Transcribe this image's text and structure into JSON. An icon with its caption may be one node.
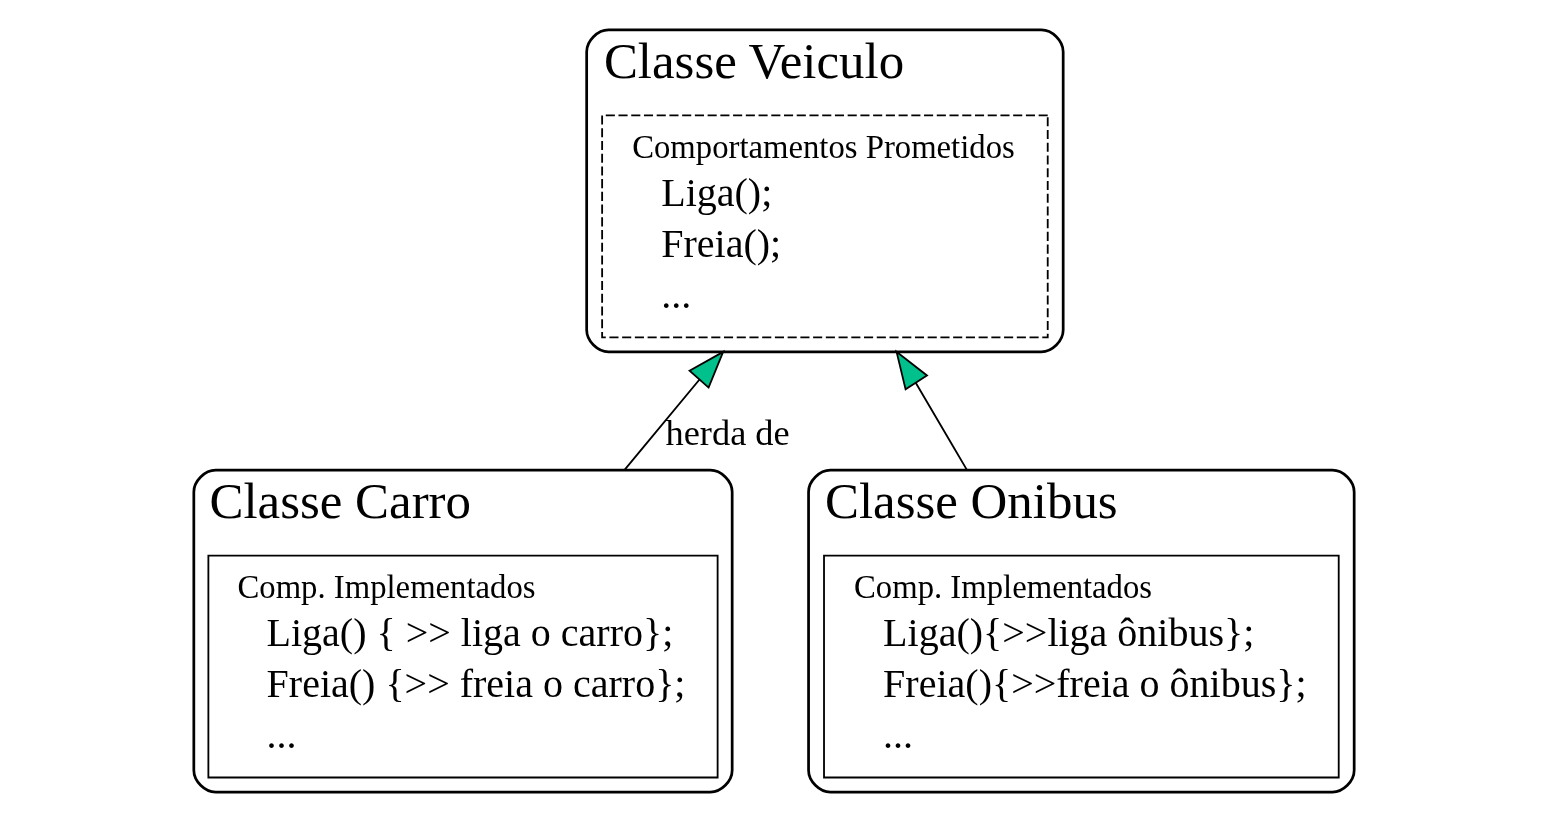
{
  "diagram": {
    "nodes": [
      {
        "text": [
          "Classe Veiculo"
        ]
      },
      {
        "text": [
          "Comportamentos Prometidos",
          "Liga();",
          "Freia();",
          "..."
        ],
        "in": 0
      },
      {
        "text": [
          "Classe Carro"
        ]
      },
      {
        "text": [
          "Comp. Implementados",
          "Liga() { >> liga o carro};",
          "Freia() {>> freia o carro};",
          "..."
        ],
        "in": 2
      },
      {
        "text": [
          "Classe Onibus"
        ]
      },
      {
        "text": [
          "Comp. Implementados",
          "Liga(){>>liga ônibus};",
          "Freia(){>>freia o ônibus};",
          "..."
        ],
        "in": 4
      }
    ],
    "edges": [
      {
        "from": 2,
        "to": 0,
        "arrow": "to",
        "label": "herda de"
      },
      {
        "from": 4,
        "to": 0,
        "arrow": "to"
      }
    ]
  }
}
